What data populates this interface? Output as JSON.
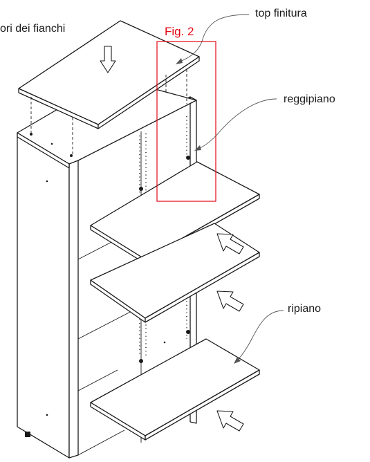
{
  "labels": {
    "top_note": "ori dei fianchi",
    "top_finitura": "top finitura",
    "reggipiano": "reggipiano",
    "ripiano": "ripiano",
    "figure": "Fig. 2"
  },
  "colors": {
    "line": "#1a1a1a",
    "leader": "#555555",
    "highlight": "#e30613",
    "background": "#ffffff"
  }
}
